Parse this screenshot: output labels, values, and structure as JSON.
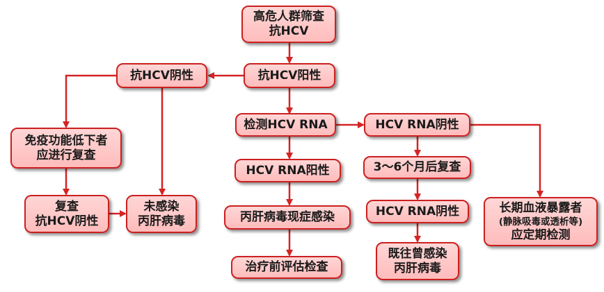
{
  "nodes": {
    "screen": [
      "高危人群筛查",
      "抗HCV"
    ],
    "anti_pos": [
      "抗HCV阳性"
    ],
    "anti_neg": [
      "抗HCV阴性"
    ],
    "immuno": [
      "免疫功能低下者",
      "应进行复查"
    ],
    "recheck": [
      "复查",
      "抗HCV阴性"
    ],
    "not_infected": [
      "未感染",
      "丙肝病毒"
    ],
    "rna_test": [
      "检测HCV RNA"
    ],
    "rna_pos": [
      "HCV RNA阳性"
    ],
    "hep_current": [
      "丙肝病毒现症感染"
    ],
    "pre_treat": [
      "治疗前评估检查"
    ],
    "rna_neg": [
      "HCV RNA阴性"
    ],
    "recheck_3_6": [
      "3～6个月后复查"
    ],
    "rna_neg2": [
      "HCV RNA阴性"
    ],
    "past_infect": [
      "既往曾感染",
      "丙肝病毒"
    ],
    "exposure": [
      "长期血液暴露者",
      "(静脉吸毒或透析等)",
      "应定期检测"
    ]
  },
  "colors": {
    "stroke": "#cc1f1f",
    "fill": "#ffc8c8",
    "text": "#1a1a1a"
  }
}
